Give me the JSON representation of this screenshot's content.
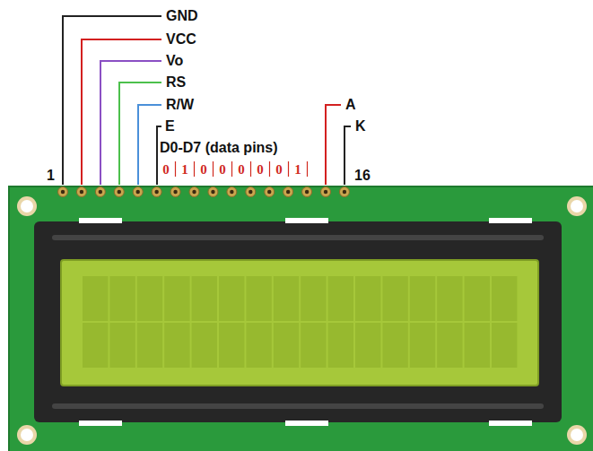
{
  "diagram": {
    "labels": [
      "GND",
      "VCC",
      "Vo",
      "RS",
      "R/W",
      "E",
      "D0-D7 (data pins)",
      "0",
      "1",
      "0",
      "0",
      "0",
      "0",
      "0",
      "1",
      "A",
      "K",
      "1",
      "16"
    ]
  }
}
